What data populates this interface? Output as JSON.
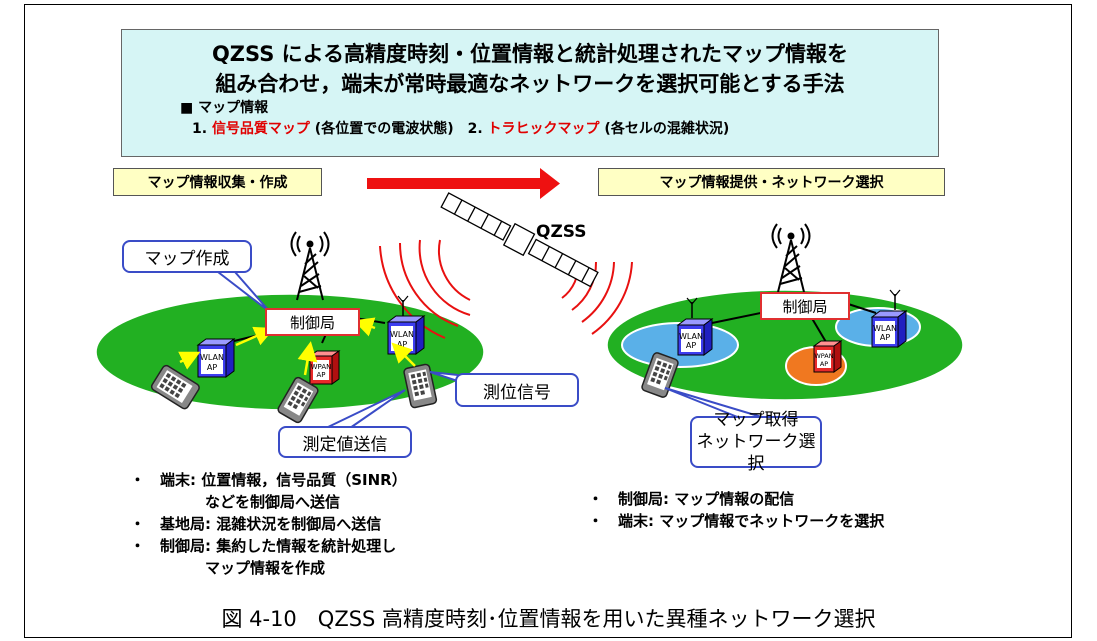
{
  "header": {
    "line1": "QZSS による高精度時刻・位置情報と統計処理されたマップ情報を",
    "line2": "組み合わせ，端末が常時最適なネットワークを選択可能とする手法",
    "map_title": "■ マップ情報",
    "item1_num": "1. ",
    "item1_red": "信号品質マップ",
    "item1_desc": " (各位置での電波状態)　",
    "item2_num": "2. ",
    "item2_red": "トラヒックマップ",
    "item2_desc": " (各セルの混雑状況)"
  },
  "steps": {
    "left": "マップ情報収集・作成",
    "right": "マップ情報提供・ネットワーク選択"
  },
  "satellite_label": "QZSS",
  "left_scene": {
    "map_create": "マップ作成",
    "control": "制御局",
    "wlan": [
      "WLAN",
      "AP"
    ],
    "wpan": [
      "WPAN",
      "AP"
    ],
    "positioning": "測位信号",
    "measure_send": "測定値送信"
  },
  "right_scene": {
    "control": "制御局",
    "wlan": [
      "WLAN",
      "AP"
    ],
    "wpan": [
      "WPAN",
      "AP"
    ],
    "map_get_1": "マップ取得",
    "map_get_2": "ネットワーク選択"
  },
  "left_bullets": {
    "b1_l1": "端末: 位置情報，信号品質（SINR）",
    "b1_l2": "などを制御局へ送信",
    "b2": "基地局: 混雑状況を制御局へ送信",
    "b3_l1": "制御局: 集約した情報を統計処理し",
    "b3_l2": "マップ情報を作成"
  },
  "right_bullets": {
    "b1": "制御局: マップ情報の配信",
    "b2": "端末: マップ情報でネットワークを選択"
  },
  "bullet_mark": "・",
  "caption": "図 4-10　QZSS 高精度時刻･位置情報を用いた異種ネットワーク選択",
  "colors": {
    "header_bg": "#d6f5f5",
    "step_bg": "#ffffc4",
    "field_green": "#22b022",
    "arrow_red": "#ee1111",
    "callout_border": "#3a4cc7",
    "wlan_blue": "#3d3df0",
    "wpan_red": "#e82a2a",
    "cell_blue": "#5ab0e8",
    "cell_orange": "#f07820"
  }
}
